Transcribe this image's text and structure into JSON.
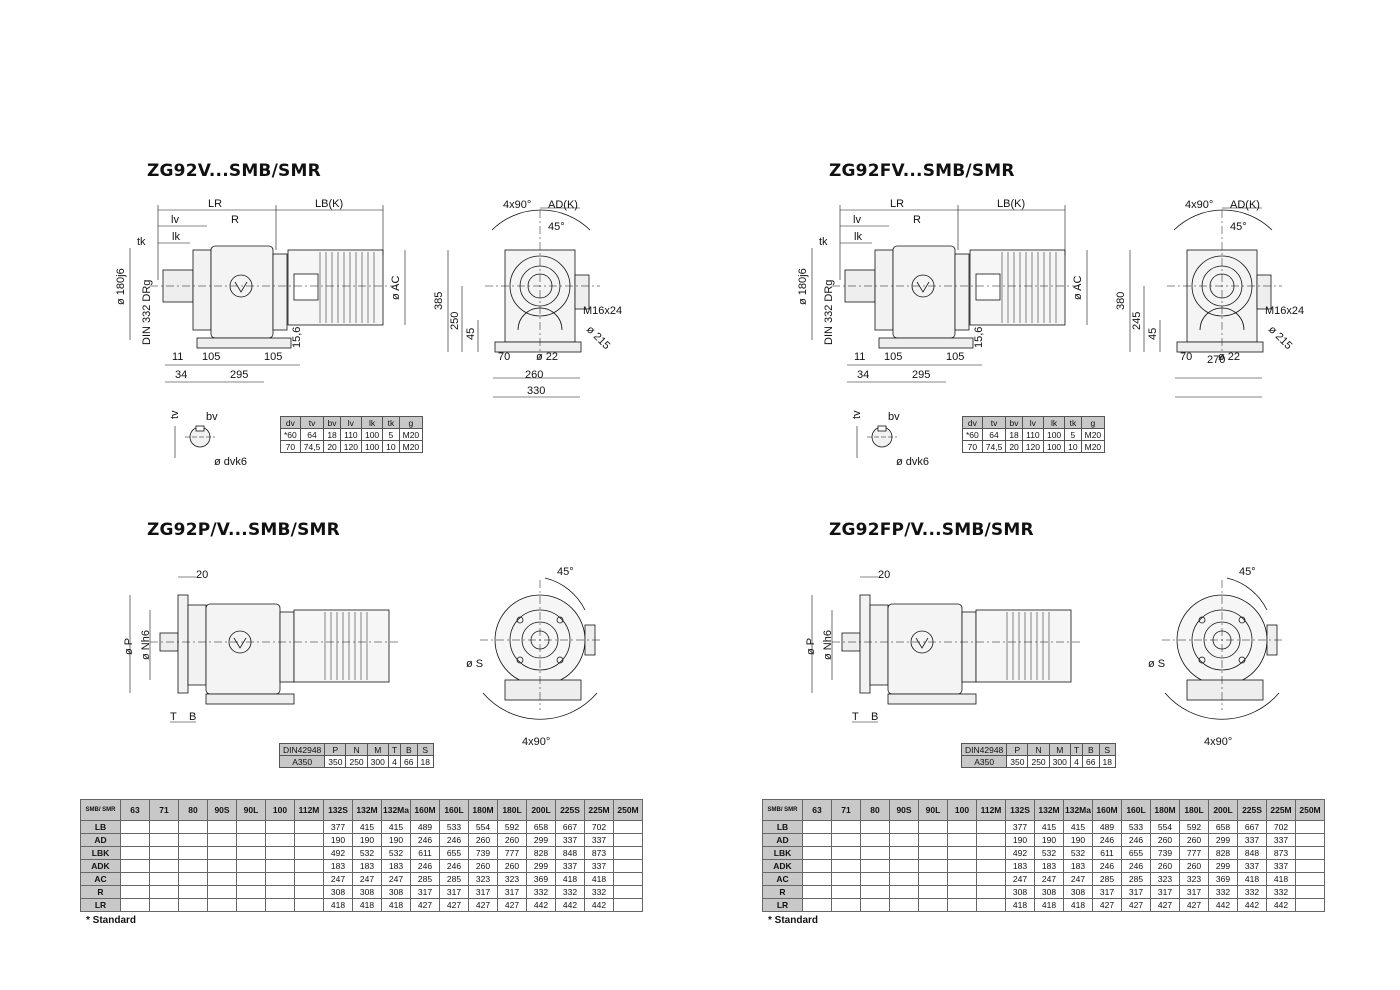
{
  "sheets": [
    {
      "title_top": "ZG92V...SMB/SMR",
      "title_bottom": "ZG92P/V...SMB/SMR",
      "dims_top": {
        "d385": "385",
        "d250": "250",
        "d270": "",
        "d330": "330",
        "d260": "260"
      }
    },
    {
      "title_top": "ZG92FV...SMB/SMR",
      "title_bottom": "ZG92FP/V...SMB/SMR",
      "dims_top": {
        "d385": "380",
        "d250": "245",
        "d270": "270",
        "d330": "",
        "d260": ""
      }
    }
  ],
  "dim_labels": {
    "lr": "LR",
    "lv": "lv",
    "lk": "lk",
    "tk": "tk",
    "r": "R",
    "lbk": "LB(K)",
    "d180": "ø 180j6",
    "din332": "DIN 332 DRg",
    "ac": "ø AC",
    "n11": "11",
    "n105a": "105",
    "n105b": "105",
    "n15": "15,6",
    "n34": "34",
    "n295": "295",
    "x4x90": "4x90°",
    "adk": "AD(K)",
    "deg45": "45°",
    "m16": "M16x24",
    "d215": "ø 215",
    "n45": "45",
    "n70": "70",
    "d22": "ø 22",
    "tv": "tv",
    "bv": "bv",
    "dvk6": "ø dvk6",
    "n20": "20",
    "dp": "ø P",
    "dn": "ø Nh6",
    "t": "T",
    "b": "B",
    "ds": "ø S"
  },
  "key_table": {
    "headers": [
      "dv",
      "tv",
      "bv",
      "lv",
      "lk",
      "tk",
      "g"
    ],
    "rows": [
      [
        "*60",
        "64",
        "18",
        "110",
        "100",
        "5",
        "M20"
      ],
      [
        "70",
        "74,5",
        "20",
        "120",
        "100",
        "10",
        "M20"
      ]
    ]
  },
  "din_table": {
    "headers": [
      "DIN42948",
      "P",
      "N",
      "M",
      "T",
      "B",
      "S"
    ],
    "rows": [
      [
        "A350",
        "350",
        "250",
        "300",
        "4",
        "66",
        "18"
      ]
    ]
  },
  "motor_table": {
    "corner": "SMB/ SMR",
    "headers": [
      "63",
      "71",
      "80",
      "90S",
      "90L",
      "100",
      "112M",
      "132S",
      "132M",
      "132Ma",
      "160M",
      "160L",
      "180M",
      "180L",
      "200L",
      "225S",
      "225M",
      "250M"
    ],
    "rows": [
      {
        "label": "LB",
        "values": [
          "",
          "",
          "",
          "",
          "",
          "",
          "",
          "377",
          "415",
          "415",
          "489",
          "533",
          "554",
          "592",
          "658",
          "667",
          "702",
          ""
        ]
      },
      {
        "label": "AD",
        "values": [
          "",
          "",
          "",
          "",
          "",
          "",
          "",
          "190",
          "190",
          "190",
          "246",
          "246",
          "260",
          "260",
          "299",
          "337",
          "337",
          ""
        ]
      },
      {
        "label": "LBK",
        "values": [
          "",
          "",
          "",
          "",
          "",
          "",
          "",
          "492",
          "532",
          "532",
          "611",
          "655",
          "739",
          "777",
          "828",
          "848",
          "873",
          ""
        ]
      },
      {
        "label": "ADK",
        "values": [
          "",
          "",
          "",
          "",
          "",
          "",
          "",
          "183",
          "183",
          "183",
          "246",
          "246",
          "260",
          "260",
          "299",
          "337",
          "337",
          ""
        ]
      },
      {
        "label": "AC",
        "values": [
          "",
          "",
          "",
          "",
          "",
          "",
          "",
          "247",
          "247",
          "247",
          "285",
          "285",
          "323",
          "323",
          "369",
          "418",
          "418",
          ""
        ]
      },
      {
        "label": "R",
        "values": [
          "",
          "",
          "",
          "",
          "",
          "",
          "",
          "308",
          "308",
          "308",
          "317",
          "317",
          "317",
          "317",
          "332",
          "332",
          "332",
          ""
        ]
      },
      {
        "label": "LR",
        "values": [
          "",
          "",
          "",
          "",
          "",
          "",
          "",
          "418",
          "418",
          "418",
          "427",
          "427",
          "427",
          "427",
          "442",
          "442",
          "442",
          ""
        ]
      }
    ]
  },
  "note": "* Standard"
}
